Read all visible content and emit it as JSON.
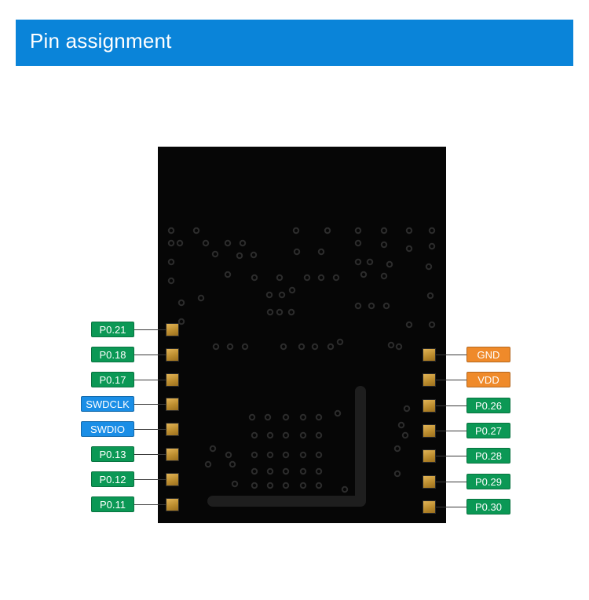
{
  "header": {
    "title": "Pin assignment"
  },
  "colors": {
    "header": "#0a84d9",
    "gpio": "#0b9855",
    "debug": "#1a8ee6",
    "power": "#ef8a2a",
    "module": "#060606"
  },
  "left_pins": [
    {
      "label": "P0.21",
      "kind": "gpio"
    },
    {
      "label": "P0.18",
      "kind": "gpio"
    },
    {
      "label": "P0.17",
      "kind": "gpio"
    },
    {
      "label": "SWDCLK",
      "kind": "debug"
    },
    {
      "label": "SWDIO",
      "kind": "debug"
    },
    {
      "label": "P0.13",
      "kind": "gpio"
    },
    {
      "label": "P0.12",
      "kind": "gpio"
    },
    {
      "label": "P0.11",
      "kind": "gpio"
    }
  ],
  "right_pins": [
    {
      "label": "GND",
      "kind": "power"
    },
    {
      "label": "VDD",
      "kind": "power"
    },
    {
      "label": "P0.26",
      "kind": "gpio"
    },
    {
      "label": "P0.27",
      "kind": "gpio"
    },
    {
      "label": "P0.28",
      "kind": "gpio"
    },
    {
      "label": "P0.29",
      "kind": "gpio"
    },
    {
      "label": "P0.30",
      "kind": "gpio"
    }
  ]
}
